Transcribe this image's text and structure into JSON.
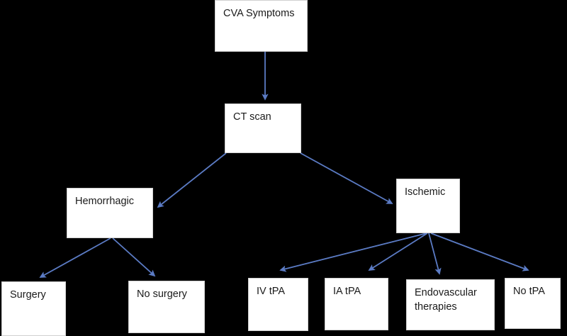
{
  "diagram": {
    "title": "CVA Symptoms clinical decision flowchart",
    "background_color": "#000000",
    "node_fill_color": "#ffffff",
    "node_border_color": "#d0d0d0",
    "node_text_color": "#1a1a1a",
    "arrow_color": "#5b7bc4",
    "nodes": [
      {
        "id": "cva-symptoms",
        "label": "CVA Symptoms"
      },
      {
        "id": "ct-scan",
        "label": "CT scan"
      },
      {
        "id": "hemorrhagic",
        "label": "Hemorrhagic"
      },
      {
        "id": "ischemic",
        "label": "Ischemic"
      },
      {
        "id": "surgery",
        "label": "Surgery"
      },
      {
        "id": "no-surgery",
        "label": "No surgery"
      },
      {
        "id": "iv-tpa",
        "label": "IV tPA"
      },
      {
        "id": "ia-tpa",
        "label": "IA tPA"
      },
      {
        "id": "endovascular-therapies",
        "label": "Endovascular\ntherapies"
      },
      {
        "id": "no-tpa",
        "label": "No tPA"
      }
    ],
    "edges": [
      {
        "from": "cva-symptoms",
        "to": "ct-scan"
      },
      {
        "from": "ct-scan",
        "to": "hemorrhagic"
      },
      {
        "from": "ct-scan",
        "to": "ischemic"
      },
      {
        "from": "hemorrhagic",
        "to": "surgery"
      },
      {
        "from": "hemorrhagic",
        "to": "no-surgery"
      },
      {
        "from": "ischemic",
        "to": "iv-tpa"
      },
      {
        "from": "ischemic",
        "to": "ia-tpa"
      },
      {
        "from": "ischemic",
        "to": "endovascular-therapies"
      },
      {
        "from": "ischemic",
        "to": "no-tpa"
      }
    ]
  }
}
